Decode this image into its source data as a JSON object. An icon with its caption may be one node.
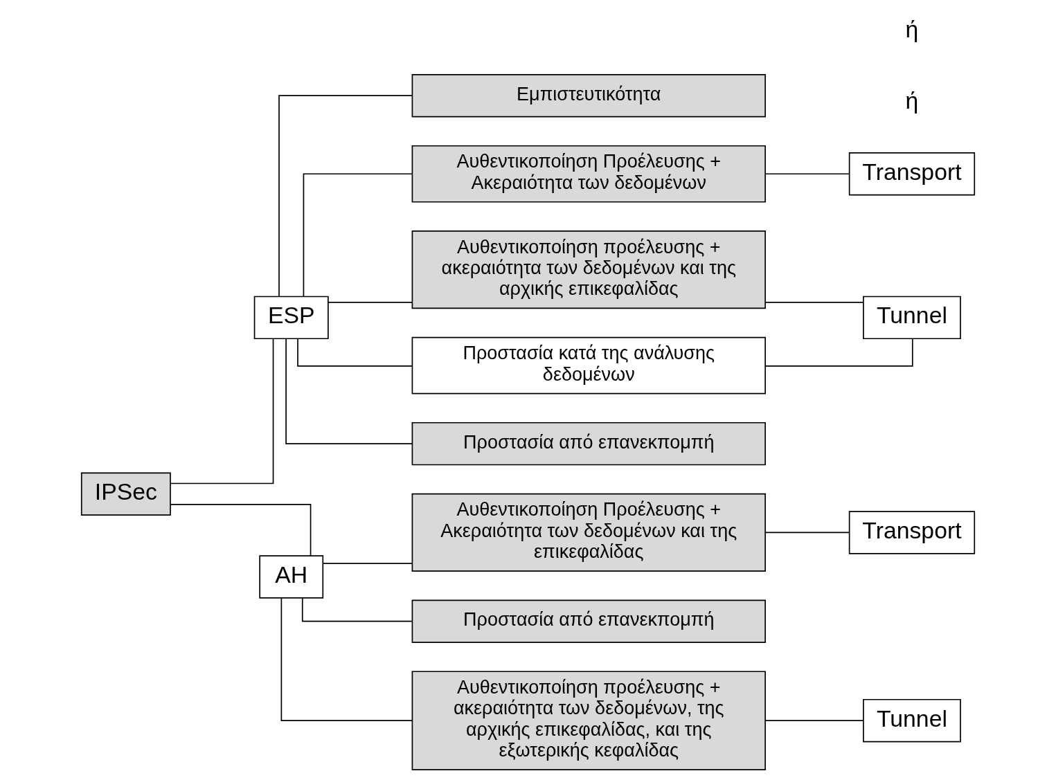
{
  "diagram": {
    "nodes": [
      {
        "text": [
          "IPSec"
        ]
      },
      {
        "text": [
          "ESP"
        ]
      },
      {
        "text": [
          "Εμπιστευτικότητα"
        ]
      },
      {
        "text": [
          "Αυθεντικοποίηση Προέλευσης + Ακεραιότητα των δεδομένων"
        ]
      },
      {
        "text": [
          "Αυθεντικοποίηση προέλευσης + ακεραιότητα των δεδομένων και της αρχικής επικεφαλίδας"
        ]
      },
      {
        "text": [
          "Προστασία κατά της ανάλυσης δεδομένων"
        ]
      },
      {
        "text": [
          "Προστασία από επανεκπομπή"
        ]
      },
      {
        "text": [
          "Transport"
        ]
      },
      {
        "text": [
          "Tunnel"
        ]
      },
      {
        "text": [
          "AH"
        ]
      },
      {
        "text": [
          "Αυθεντικοποίηση Προέλευσης + Ακεραιότητα των δεδομένων και της επικεφαλίδας"
        ]
      },
      {
        "text": [
          "Προστασία από επανεκπομπή"
        ]
      },
      {
        "text": [
          "Αυθεντικοποίηση προέλευσης + ακεραιότητα των δεδομένων, της αρχικής επικεφαλίδας, και της εξωτερικής κεφαλίδας"
        ]
      },
      {
        "text": [
          "Transport"
        ]
      },
      {
        "text": [
          "Tunnel"
        ]
      }
    ],
    "edges": [
      {
        "from": 0,
        "to": 1,
        "arrow": "none"
      },
      {
        "from": 0,
        "to": 9,
        "arrow": "none"
      },
      {
        "from": 1,
        "to": 2,
        "arrow": "none"
      },
      {
        "from": 1,
        "to": 3,
        "arrow": "none"
      },
      {
        "from": 1,
        "to": 4,
        "arrow": "none"
      },
      {
        "from": 1,
        "to": 5,
        "arrow": "none"
      },
      {
        "from": 1,
        "to": 6,
        "arrow": "none"
      },
      {
        "from": 3,
        "to": 7,
        "arrow": "none"
      },
      {
        "from": 4,
        "to": 8,
        "arrow": "none"
      },
      {
        "from": 5,
        "to": 8,
        "arrow": "none"
      },
      {
        "from": 9,
        "to": 10,
        "arrow": "none"
      },
      {
        "from": 9,
        "to": 11,
        "arrow": "none"
      },
      {
        "from": 9,
        "to": 12,
        "arrow": "none"
      },
      {
        "from": 10,
        "to": 13,
        "arrow": "none"
      },
      {
        "from": 12,
        "to": 14,
        "arrow": "none"
      }
    ],
    "labels": [
      "ή",
      "ή"
    ]
  }
}
